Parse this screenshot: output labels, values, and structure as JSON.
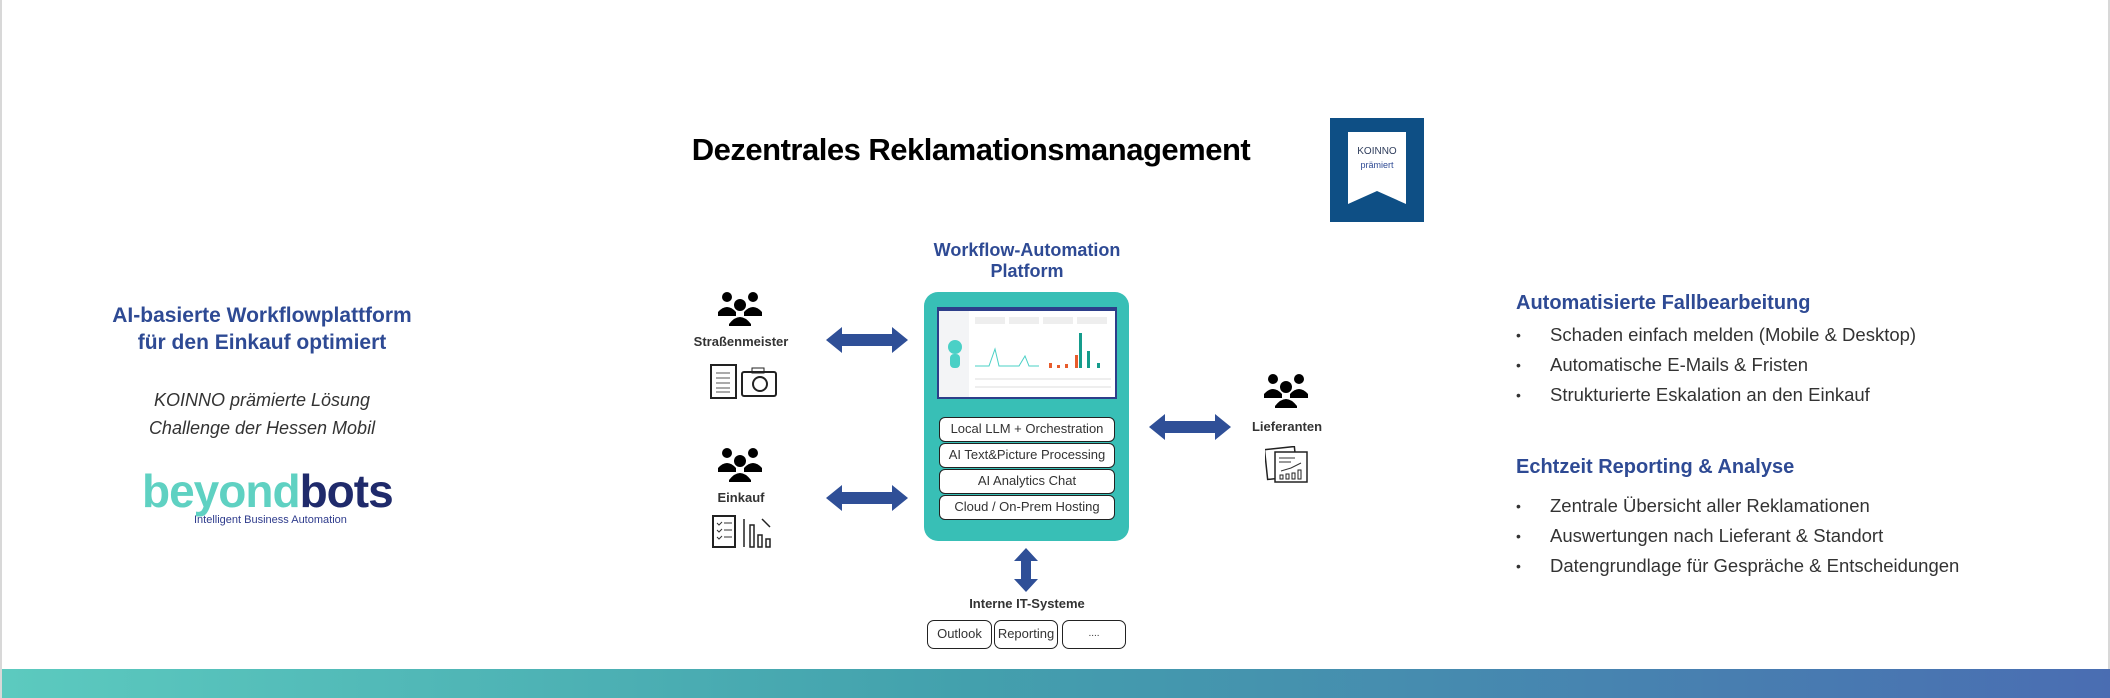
{
  "title": "Dezentrales Reklamationsmanagement",
  "badge": {
    "line1": "KOINNO",
    "line2": "prämiert"
  },
  "left": {
    "heading_1": "AI-basierte Workflowplattform",
    "heading_2": "für den Einkauf optimiert",
    "sub_1": "KOINNO prämierte Lösung",
    "sub_2": "Challenge der Hessen Mobil",
    "logo_a": "beyond",
    "logo_b": "bots",
    "logo_tagline": "Intelligent Business Automation"
  },
  "actors": {
    "strassenmeister": "Straßenmeister",
    "einkauf": "Einkauf",
    "lieferanten": "Lieferanten"
  },
  "platform": {
    "title_1": "Workflow-Automation",
    "title_2": "Platform",
    "features": [
      "Local LLM + Orchestration",
      "AI Text&Picture Processing",
      "AI Analytics Chat",
      "Cloud / On-Prem Hosting"
    ]
  },
  "it": {
    "label": "Interne IT-Systeme",
    "systems": [
      "Outlook",
      "Reporting",
      "...."
    ]
  },
  "right": {
    "section1": {
      "heading": "Automatisierte Fallbearbeitung",
      "items": [
        "Schaden einfach melden (Mobile & Desktop)",
        "Automatische E-Mails & Fristen",
        "Strukturierte Eskalation an den Einkauf"
      ]
    },
    "section2": {
      "heading": "Echtzeit Reporting & Analyse",
      "items": [
        "Zentrale Übersicht aller Reklamationen",
        "Auswertungen nach Lieferant & Standort",
        "Datengrundlage für Gespräche & Entscheidungen"
      ]
    }
  },
  "colors": {
    "accent": "#2e4a94",
    "teal": "#38bfb6",
    "badge": "#0e4f85",
    "arrow": "#2f4f97"
  }
}
